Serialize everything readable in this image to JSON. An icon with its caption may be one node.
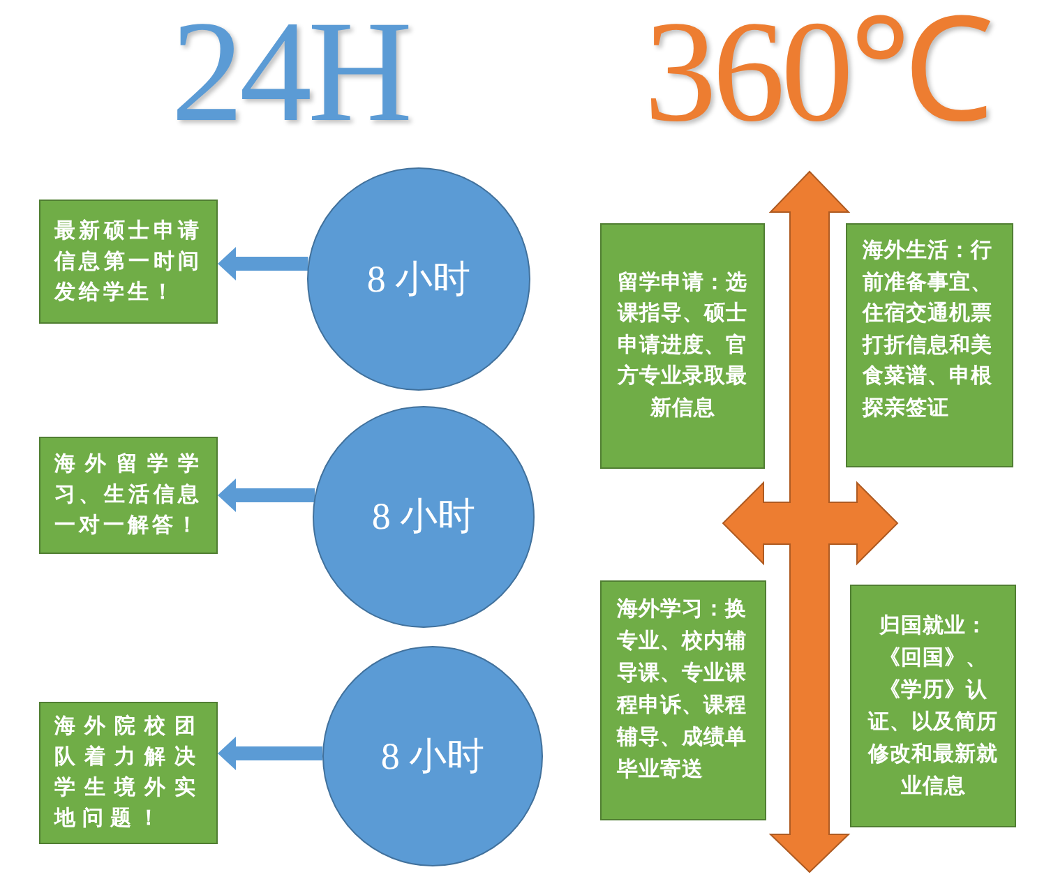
{
  "diagram": {
    "nodes": [
      {
        "text": [
          "最新硕士申请信息第一时间发给学生！"
        ]
      },
      {
        "text": [
          "8 小时"
        ]
      },
      {
        "text": [
          "海外留学学习、生活信息一对一解答！"
        ]
      },
      {
        "text": [
          "8 小时"
        ]
      },
      {
        "text": [
          "海外院校团队着力解决学生境外实地问题！"
        ]
      },
      {
        "text": [
          "8 小时"
        ]
      },
      {
        "text": [
          "留学申请：选课指导、硕士申请进度、官方专业录取最新信息"
        ]
      },
      {
        "text": [
          "海外生活：行前准备事宜、住宿交通机票打折信息和美食菜谱、申根探亲签证"
        ]
      },
      {
        "text": [
          "海外学习：换专业、校内辅导课、专业课程申诉、课程辅导、成绩单毕业寄送"
        ]
      },
      {
        "text": [
          "归国就业：《回国》、《学历》认证、以及简历修改和最新就业信息"
        ]
      }
    ],
    "edges": [
      {
        "from": 1,
        "to": 0,
        "arrow": "to"
      },
      {
        "from": 3,
        "to": 2,
        "arrow": "to"
      },
      {
        "from": 5,
        "to": 4,
        "arrow": "to"
      }
    ],
    "labels": [
      "24H",
      "360℃"
    ]
  }
}
